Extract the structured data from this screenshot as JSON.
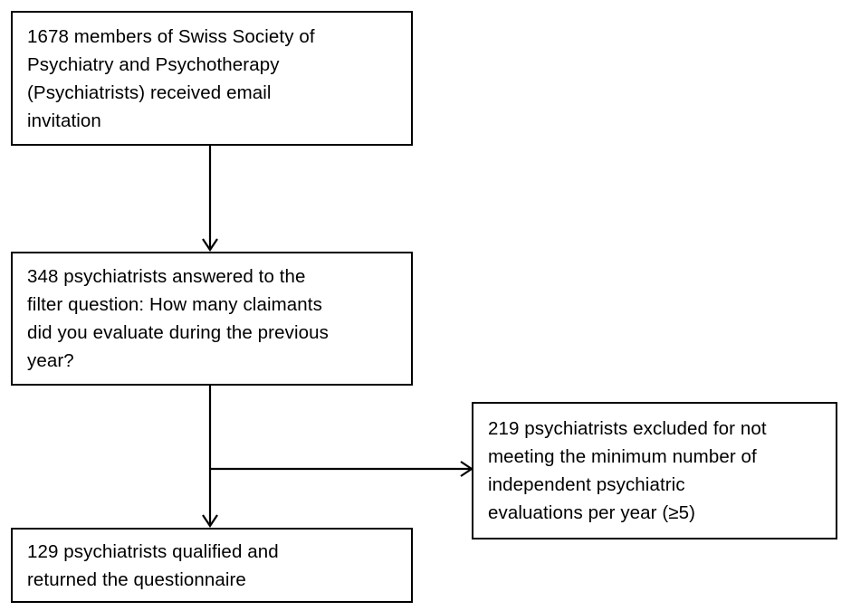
{
  "diagram": {
    "type": "flowchart",
    "orientation": "top-to-bottom-with-side-branch",
    "background_color": "#ffffff",
    "line_color": "#000000",
    "text_color": "#000000",
    "nodes": [
      {
        "id": "invited",
        "name": "invited-box",
        "count": 1678,
        "text": "1678 members of  Swiss Society of\nPsychiatry and Psychotherapy\n(Psychiatrists) received email\ninvitation"
      },
      {
        "id": "answered",
        "name": "answered-box",
        "count": 348,
        "text": "348 psychiatrists answered to the\nfilter question: How many claimants\ndid you evaluate during the previous\nyear?"
      },
      {
        "id": "excluded",
        "name": "excluded-box",
        "count": 219,
        "text": "219 psychiatrists excluded for not\nmeeting the minimum number of\nindependent psychiatric\nevaluations per year (≥5)"
      },
      {
        "id": "qualified",
        "name": "qualified-box",
        "count": 129,
        "text": "129 psychiatrists qualified and\nreturned the questionnaire"
      }
    ],
    "edges": [
      {
        "id": "edge-invited-to-answered",
        "from": "invited",
        "to": "answered",
        "direction": "down"
      },
      {
        "id": "edge-answered-to-qualified",
        "from": "answered",
        "to": "qualified",
        "direction": "down"
      },
      {
        "id": "edge-answered-to-excluded",
        "from": "answered",
        "to": "excluded",
        "direction": "right"
      }
    ]
  }
}
